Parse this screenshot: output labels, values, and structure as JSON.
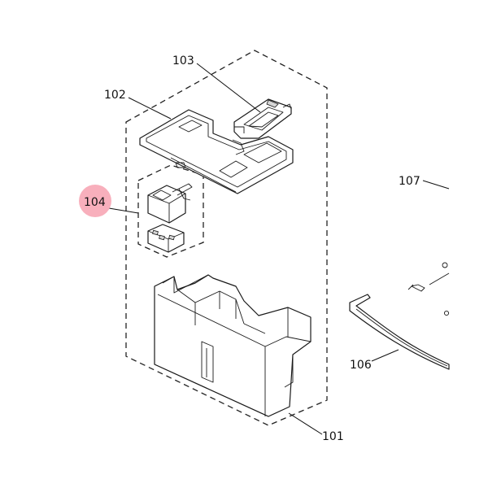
{
  "diagram": {
    "callouts": [
      {
        "id": "101",
        "label": "101"
      },
      {
        "id": "102",
        "label": "102"
      },
      {
        "id": "103",
        "label": "103"
      },
      {
        "id": "104",
        "label": "104"
      },
      {
        "id": "106",
        "label": "106"
      },
      {
        "id": "107",
        "label": "107"
      }
    ],
    "highlight": {
      "label": "104",
      "color": "#f7a1b0",
      "text_color": "#d23a55"
    }
  }
}
